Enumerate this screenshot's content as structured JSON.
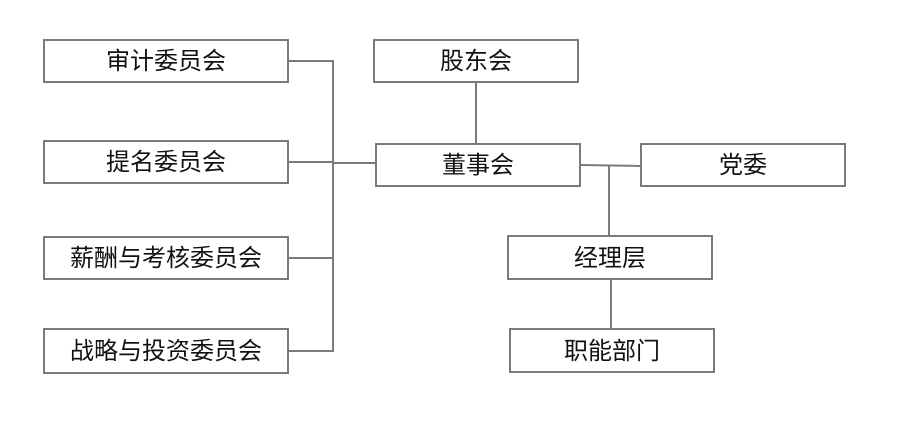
{
  "diagram": {
    "nodes": {
      "audit_committee": "审计委员会",
      "nomination_committee": "提名委员会",
      "compensation_committee": "薪酬与考核委员会",
      "strategy_committee": "战略与投资委员会",
      "shareholders_meeting": "股东会",
      "board_of_directors": "董事会",
      "party_committee": "党委",
      "management": "经理层",
      "functional_departments": "职能部门"
    },
    "colors": {
      "border": "#7a7a7a",
      "line": "#7a7a7a",
      "text": "#111111",
      "background": "#ffffff"
    }
  }
}
